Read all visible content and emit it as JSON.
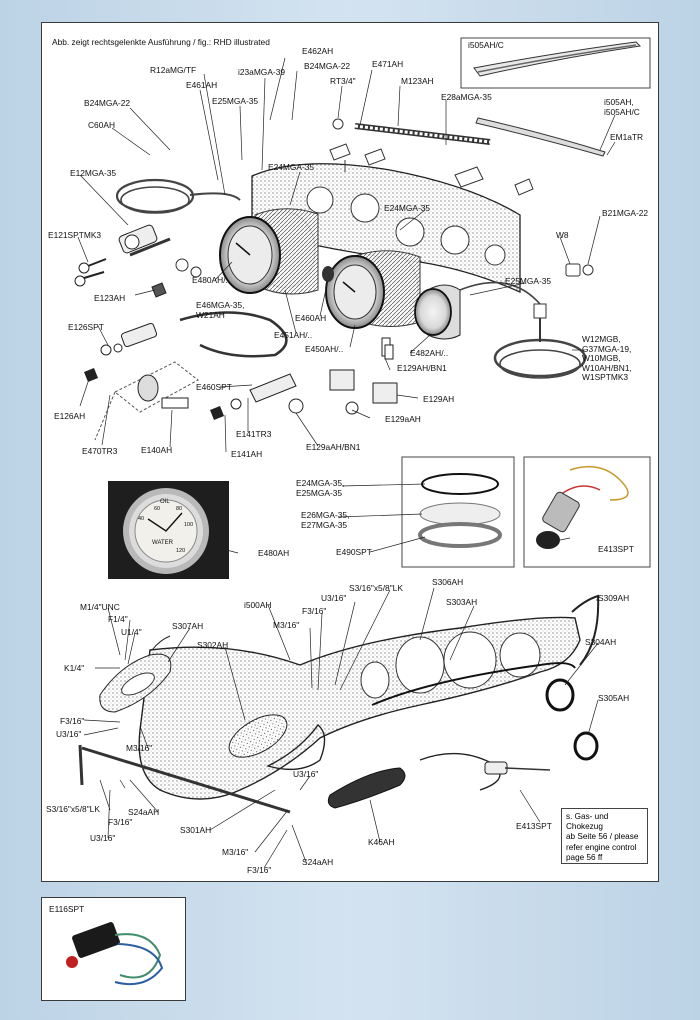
{
  "caption": "Abb. zeigt rechtsgelenkte Ausführung / fig.: RHD illustrated",
  "labels": {
    "e462ah": "E462AH",
    "r12amg_tf": "R12aMG/TF",
    "i23amga39": "i23aMGA-39",
    "b24mga22_top": "B24MGA-22",
    "e471ah": "E471AH",
    "e461ah": "E461AH",
    "rt34": "RT3/4\"",
    "m123ah": "M123AH",
    "b24mga22_left": "B24MGA-22",
    "e25mga35_top": "E25MGA-35",
    "e28amga35": "E28aMGA-35",
    "c60ah": "C60AH",
    "i505ah": "i505AH,\ni505AH/C",
    "em1atr": "EM1aTR",
    "e24mga35_a": "E24MGA-35",
    "e12mga35": "E12MGA-35",
    "e24mga35_b": "E24MGA-35",
    "b21mga22": "B21MGA-22",
    "e121sptmk3": "E121SPTMK3",
    "w8": "W8",
    "e480ah_a": "E480AH/..",
    "e25mga35_b": "E25MGA-35",
    "e123ah": "E123AH",
    "e46mga35": "E46MGA-35,\nW21AH",
    "e460ah": "E460AH",
    "e126spt": "E126SPT",
    "e451ah": "E451AH/..",
    "e450ah": "E450AH/..",
    "e482ah": "E482AH/..",
    "w12mgb": "W12MGB,\nG37MGA-19,\nW10MGB,\nW10AH/BN1,\nW1SPTMK3",
    "e129ah_bn1": "E129AH/BN1",
    "e460spt": "E460SPT",
    "e126ah": "E126AH",
    "e129ah": "E129AH",
    "e141tr3": "E141TR3",
    "e129aah": "E129aAH",
    "e470tr3": "E470TR3",
    "e140ah": "E140AH",
    "e141ah": "E141AH",
    "e129aah_bn1": "E129aAH/BN1",
    "i505ahc": "i505AH/C",
    "ring1": "E24MGA-35,\nE25MGA-35",
    "ring2": "E26MGA-35,\nE27MGA-35",
    "e490spt": "E490SPT",
    "e413spt_a": "E413SPT",
    "e480ah_b": "E480AH",
    "s306ah": "S306AH",
    "s3_16x58lk_top": "S3/16\"x5/8\"LK",
    "s309ah": "S309AH",
    "u3_16_top": "U3/16\"",
    "s303ah": "S303AH",
    "m1_4unc": "M1/4\"UNC",
    "i500ah": "i500AH",
    "f3_16_top": "F3/16\"",
    "f1_4": "F1/4\"",
    "s307ah": "S307AH",
    "m3_16_top": "M3/16\"",
    "u1_4": "U1/4\"",
    "s304ah": "S304AH",
    "s302ah": "S302AH",
    "k1_4": "K1/4\"",
    "s305ah": "S305AH",
    "f3_16_l": "F3/16\"",
    "u3_16_l": "U3/16\"",
    "m3_16_l": "M3/16\"",
    "u3_16_mid": "U3/16\"",
    "s3_16x58lk_l": "S3/16\"x5/8\"LK",
    "s24aah_a": "S24aAH",
    "f3_16_l2": "F3/16\"",
    "u3_16_l2": "U3/16\"",
    "s301ah": "S301AH",
    "k46ah": "K46AH",
    "e413spt_b": "E413SPT",
    "m3_16_b": "M3/16\"",
    "s24aah_b": "S24aAH",
    "f3_16_b": "F3/16\"",
    "e116spt": "E116SPT"
  },
  "note": "s. Gas- und Chokezug\nab Seite 56 / please\nrefer engine control\npage 56 ff",
  "gauge": {
    "top_text": "OIL",
    "mid_text": "WATER",
    "scale_a": "40",
    "scale_b": "60",
    "scale_c": "80",
    "scale_d": "100",
    "scale_e": "120"
  }
}
